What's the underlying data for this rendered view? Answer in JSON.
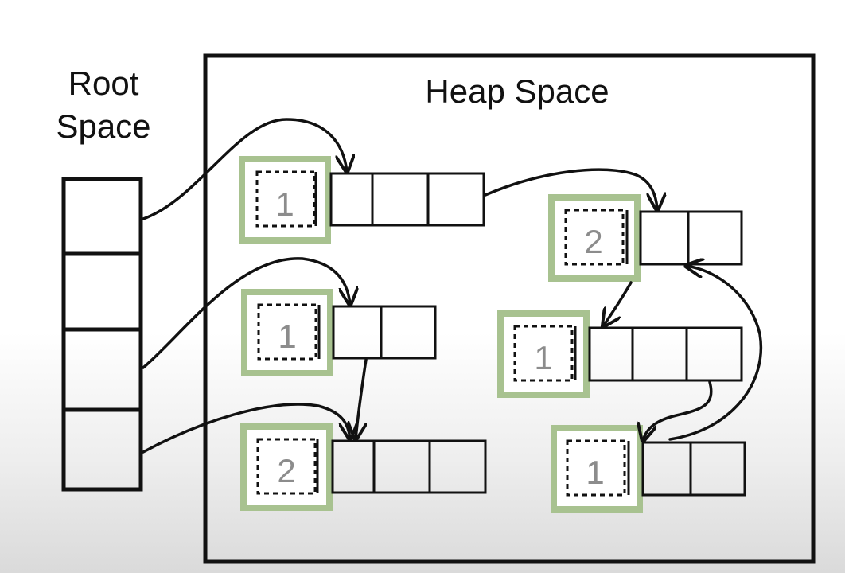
{
  "labels": {
    "root_space": [
      "Root",
      "Space"
    ],
    "heap_space": "Heap Space"
  },
  "root_slots": 4,
  "objects": [
    {
      "id": "obj-a",
      "ref_count": "1",
      "fields": 3
    },
    {
      "id": "obj-b",
      "ref_count": "1",
      "fields": 2
    },
    {
      "id": "obj-c",
      "ref_count": "2",
      "fields": 3
    },
    {
      "id": "obj-d",
      "ref_count": "2",
      "fields": 2
    },
    {
      "id": "obj-e",
      "ref_count": "1",
      "fields": 3
    },
    {
      "id": "obj-f",
      "ref_count": "1",
      "fields": 2
    }
  ],
  "references": [
    {
      "from": "root-slot-1",
      "to": "obj-a"
    },
    {
      "from": "root-slot-3",
      "to": "obj-b"
    },
    {
      "from": "root-slot-4",
      "to": "obj-c"
    },
    {
      "from": "obj-a",
      "to": "obj-d"
    },
    {
      "from": "obj-b",
      "to": "obj-c"
    },
    {
      "from": "obj-d",
      "to": "obj-e"
    },
    {
      "from": "obj-e",
      "to": "obj-f"
    },
    {
      "from": "obj-f",
      "to": "obj-d"
    }
  ],
  "colors": {
    "counter_border": "#a8c290",
    "counter_text": "#8c8c8c",
    "stroke": "#111111"
  }
}
